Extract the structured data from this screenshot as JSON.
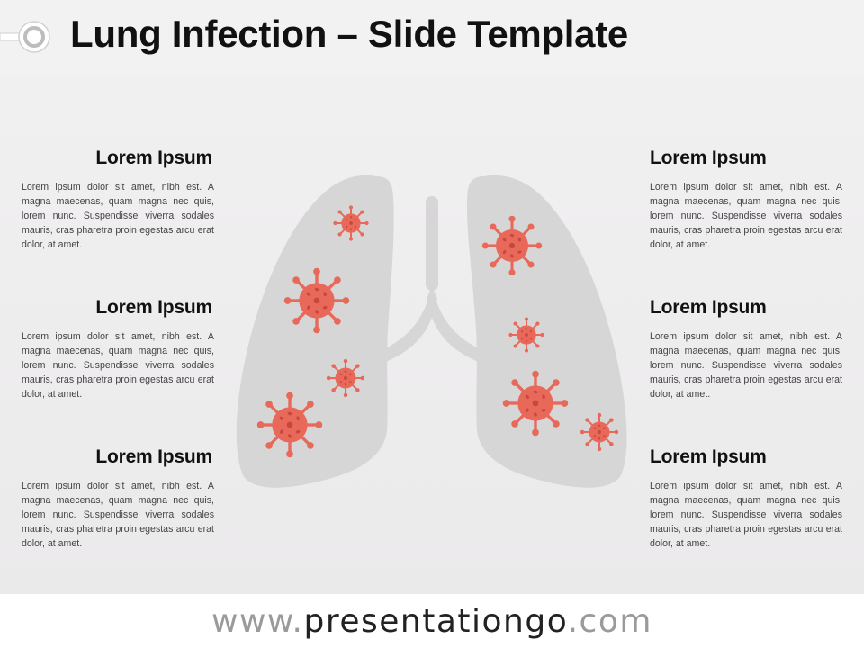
{
  "slide": {
    "title": "Lung Infection – Slide Template"
  },
  "blocks": [
    {
      "heading": "Lorem Ipsum",
      "body": "Lorem ipsum dolor sit amet, nibh est. A magna maecenas, quam magna nec quis, lorem nunc. Suspendisse viverra sodales mauris, cras pharetra proin egestas arcu erat dolor, at amet."
    },
    {
      "heading": "Lorem Ipsum",
      "body": "Lorem ipsum dolor sit amet, nibh est. A magna maecenas, quam magna nec quis, lorem nunc. Suspendisse viverra sodales mauris, cras pharetra proin egestas arcu erat dolor, at amet."
    },
    {
      "heading": "Lorem Ipsum",
      "body": "Lorem ipsum dolor sit amet, nibh est. A magna maecenas, quam magna nec quis, lorem nunc. Suspendisse viverra sodales mauris, cras pharetra proin egestas arcu erat dolor, at amet."
    },
    {
      "heading": "Lorem Ipsum",
      "body": "Lorem ipsum dolor sit amet, nibh est. A magna maecenas, quam magna nec quis, lorem nunc. Suspendisse viverra sodales mauris, cras pharetra proin egestas arcu erat dolor, at amet."
    },
    {
      "heading": "Lorem Ipsum",
      "body": "Lorem ipsum dolor sit amet, nibh est. A magna maecenas, quam magna nec quis, lorem nunc. Suspendisse viverra sodales mauris, cras pharetra proin egestas arcu erat dolor, at amet."
    },
    {
      "heading": "Lorem Ipsum",
      "body": "Lorem ipsum dolor sit amet, nibh est. A magna maecenas, quam magna nec quis, lorem nunc. Suspendisse viverra sodales mauris, cras pharetra proin egestas arcu erat dolor, at amet."
    }
  ],
  "footer": {
    "url_prefix": "www.",
    "url_main": "presentationgo",
    "url_suffix": ".com"
  },
  "icons": {
    "title_decoration": "magnifier-ring-icon",
    "illustration": "lungs-icon",
    "virus": "virus-icon"
  },
  "colors": {
    "lungs": "#d6d6d6",
    "virus": "#e8685a",
    "virus_dark": "#c8473b",
    "title": "#111111",
    "body_text": "#444444",
    "footer_dim": "#9a9a9a"
  }
}
